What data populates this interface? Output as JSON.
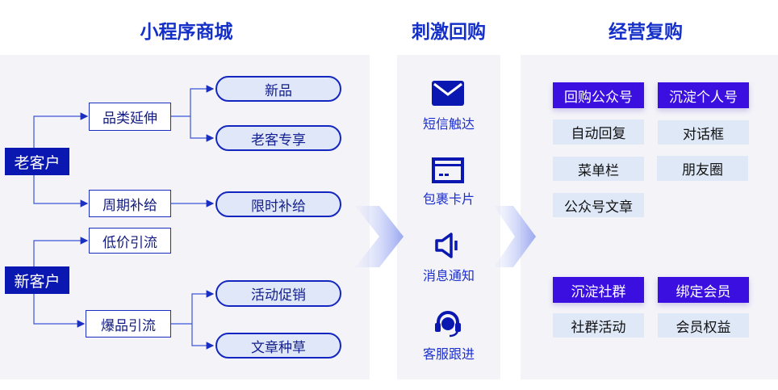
{
  "titles": {
    "mini_program": "小程序商城",
    "stimulate": "刺激回购",
    "operate": "经营复购"
  },
  "left": {
    "old_customer": "老客户",
    "new_customer": "新客户",
    "category_extension": "品类延伸",
    "periodic_supply": "周期补给",
    "low_price_traffic": "低价引流",
    "hot_item_traffic": "爆品引流",
    "outcomes": {
      "new_product": "新品",
      "old_customer_exclusive": "老客专享",
      "limited_supply": "限时补给",
      "promotion": "活动促销",
      "article_seeding": "文章种草"
    }
  },
  "middle": [
    {
      "icon": "mail-icon",
      "label": "短信触达"
    },
    {
      "icon": "card-icon",
      "label": "包裹卡片"
    },
    {
      "icon": "speaker-icon",
      "label": "消息通知"
    },
    {
      "icon": "headset-icon",
      "label": "客服跟进"
    }
  ],
  "right": {
    "official_account": {
      "header": "回购公众号",
      "items": [
        "自动回复",
        "菜单栏",
        "公众号文章"
      ]
    },
    "personal_account": {
      "header": "沉淀个人号",
      "items": [
        "对话框",
        "朋友圈"
      ]
    },
    "community": {
      "header": "沉淀社群",
      "items": [
        "社群活动"
      ]
    },
    "membership": {
      "header": "绑定会员",
      "items": [
        "会员权益"
      ]
    }
  },
  "colors": {
    "primary": "#0a17b0",
    "header": "#3a0fe0",
    "title": "#1530c8",
    "panel": "#f4f3f8",
    "cell": "#dfe8f7"
  }
}
